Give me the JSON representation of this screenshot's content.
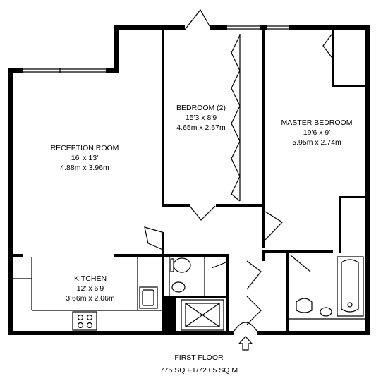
{
  "rooms": {
    "reception": {
      "name": "RECEPTION ROOM",
      "imperial": "16' x 13'",
      "metric": "4.88m x 3.96m"
    },
    "bedroom2": {
      "name": "BEDROOM (2)",
      "imperial": "15'3 x 8'9",
      "metric": "4.65m x 2.67m"
    },
    "master": {
      "name": "MASTER BEDROOM",
      "imperial": "19'6 x 9'",
      "metric": "5.95m x 2.74m"
    },
    "kitchen": {
      "name": "KITCHEN",
      "imperial": "12' x 6'9",
      "metric": "3.66m x 2.06m"
    }
  },
  "footer": {
    "floor": "FIRST FLOOR",
    "area": "775 SQ FT/72.05 SQ M"
  }
}
